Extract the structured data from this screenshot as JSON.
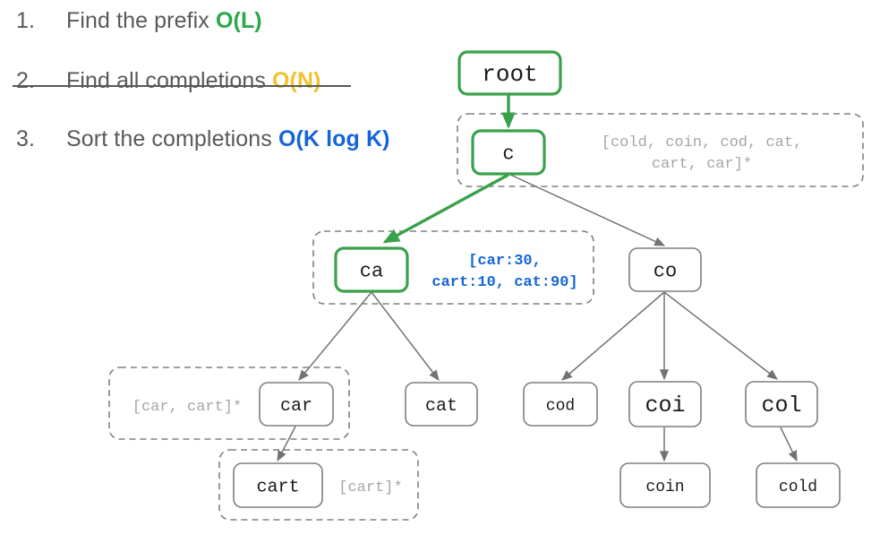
{
  "steps": [
    {
      "number": "1.",
      "text": "Find the prefix ",
      "complexity": "O(L)",
      "complexity_color": "#2aa84a",
      "struck": false
    },
    {
      "number": "2.",
      "text": "Find all completions ",
      "complexity": "O(N)",
      "complexity_color": "#f2c230",
      "struck": true
    },
    {
      "number": "3.",
      "text": "Sort the completions ",
      "complexity": "O(K log K)",
      "complexity_color": "#1565d8",
      "struck": false
    }
  ],
  "colors": {
    "highlight_green": "#3aa14b",
    "node_stroke": "#7f7f7f",
    "edge_stroke": "#737373",
    "group_stroke": "#808080",
    "annotation_gray": "#a6a6a6",
    "annotation_blue": "#1565d8",
    "text_gray": "#595959"
  },
  "tree": {
    "nodes": [
      {
        "id": "root",
        "label": "root",
        "highlighted": true,
        "font_size": 26
      },
      {
        "id": "c",
        "label": "c",
        "highlighted": true,
        "font_size": 22
      },
      {
        "id": "ca",
        "label": "ca",
        "highlighted": true,
        "font_size": 22
      },
      {
        "id": "co",
        "label": "co",
        "highlighted": false,
        "font_size": 22
      },
      {
        "id": "car",
        "label": "car",
        "highlighted": false,
        "font_size": 20
      },
      {
        "id": "cat",
        "label": "cat",
        "highlighted": false,
        "font_size": 20
      },
      {
        "id": "cart",
        "label": "cart",
        "highlighted": false,
        "font_size": 20
      },
      {
        "id": "cod",
        "label": "cod",
        "highlighted": false,
        "font_size": 18
      },
      {
        "id": "coi",
        "label": "coi",
        "highlighted": false,
        "font_size": 25
      },
      {
        "id": "col",
        "label": "col",
        "highlighted": false,
        "font_size": 25
      },
      {
        "id": "coin",
        "label": "coin",
        "highlighted": false,
        "font_size": 18
      },
      {
        "id": "cold",
        "label": "cold",
        "highlighted": false,
        "font_size": 18
      }
    ],
    "edges": [
      {
        "from": "root",
        "to": "c",
        "highlighted": true
      },
      {
        "from": "c",
        "to": "ca",
        "highlighted": true
      },
      {
        "from": "c",
        "to": "co",
        "highlighted": false
      },
      {
        "from": "ca",
        "to": "car",
        "highlighted": false
      },
      {
        "from": "ca",
        "to": "cat",
        "highlighted": false
      },
      {
        "from": "car",
        "to": "cart",
        "highlighted": false
      },
      {
        "from": "co",
        "to": "cod",
        "highlighted": false
      },
      {
        "from": "co",
        "to": "coi",
        "highlighted": false
      },
      {
        "from": "co",
        "to": "col",
        "highlighted": false
      },
      {
        "from": "coi",
        "to": "coin",
        "highlighted": false
      },
      {
        "from": "col",
        "to": "cold",
        "highlighted": false
      }
    ],
    "annotations": [
      {
        "id": "ann-c",
        "node": "c",
        "line1": "[cold, coin, cod, cat,",
        "line2": "cart, car]*",
        "style": "gray"
      },
      {
        "id": "ann-ca",
        "node": "ca",
        "line1": "[car:30,",
        "line2": "cart:10, cat:90]",
        "style": "blue"
      },
      {
        "id": "ann-car",
        "node": "car",
        "line1": "[car, cart]*",
        "line2": "",
        "style": "gray"
      },
      {
        "id": "ann-cart",
        "node": "cart",
        "line1": "[cart]*",
        "line2": "",
        "style": "gray"
      }
    ]
  }
}
